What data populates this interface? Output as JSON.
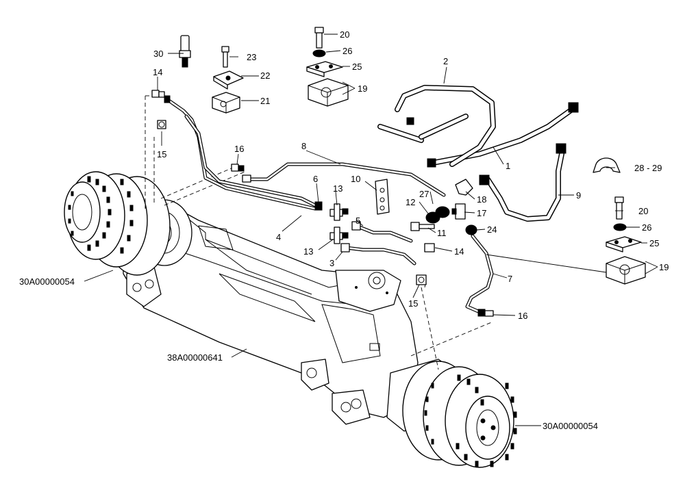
{
  "diagram": {
    "labels": {
      "p1": "1",
      "p2": "2",
      "p3": "3",
      "p4": "4",
      "p5": "5",
      "p6": "6",
      "p7": "7",
      "p8": "8",
      "p9": "9",
      "p10": "10",
      "p11": "11",
      "p12": "12",
      "p13a": "13",
      "p13b": "13",
      "p14a": "14",
      "p14b": "14",
      "p15a": "15",
      "p15b": "15",
      "p16a": "16",
      "p16b": "16",
      "p17": "17",
      "p18": "18",
      "p19a": "19",
      "p19b": "19",
      "p20a": "20",
      "p20b": "20",
      "p21": "21",
      "p22": "22",
      "p23": "23",
      "p24": "24",
      "p25a": "25",
      "p25b": "25",
      "p26a": "26",
      "p26b": "26",
      "p27": "27",
      "p28_29": "28 - 29",
      "p30": "30",
      "wheel_left": "30A00000054",
      "wheel_right": "30A00000054",
      "axle": "38A00000641"
    }
  }
}
